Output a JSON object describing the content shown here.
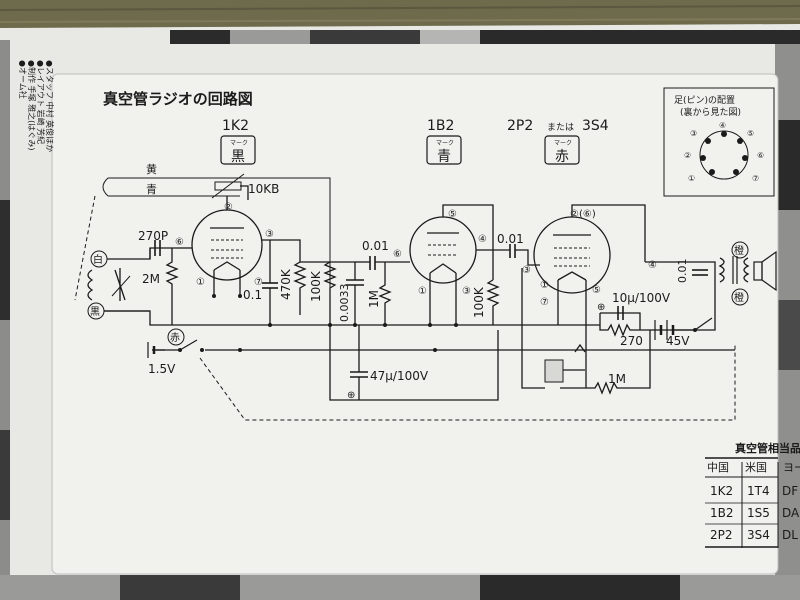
{
  "title": "真空管ラジオの回路図",
  "tubes": [
    {
      "name": "1K2",
      "mark_label": "マーク",
      "mark_color": "黒"
    },
    {
      "name": "1B2",
      "mark_label": "マーク",
      "mark_color": "青"
    },
    {
      "name": "2P2",
      "name_alt_joiner": "または",
      "name_alt": "3S4",
      "mark_label": "マーク",
      "mark_color": "赤"
    }
  ],
  "pin_diagram": {
    "title": "足(ピン)の配置",
    "subtitle": "(裏から見た図)",
    "pins": [
      "①",
      "②",
      "③",
      "④",
      "⑤",
      "⑥",
      "⑦"
    ]
  },
  "wire_colors": {
    "yellow": "黄",
    "blue": "青",
    "white": "白",
    "black": "黒",
    "red": "赤",
    "orange": "橙"
  },
  "components": {
    "vr_10kb": "10KB",
    "c_270p": "270P",
    "r_2m": "2M",
    "c_01": "0.1",
    "r_470k": "470K",
    "r_100k_a": "100K",
    "c_00033": "0.0033",
    "c_001_a": "0.01",
    "r_1m_a": "1M",
    "c_001_b": "0.01",
    "r_100k_b": "100K",
    "c_001_c": "0.01",
    "c_10u": "10μ/100V",
    "r_270": "270",
    "batt_45v": "45V",
    "c_47u": "47μ/100V",
    "r_1m_b": "1M",
    "batt_15v": "1.5V"
  },
  "pin_labels": {
    "t1": [
      "②",
      "⑥",
      "③",
      "①",
      "⑦"
    ],
    "t2": [
      "⑤",
      "⑥",
      "④",
      "①",
      "③"
    ],
    "t3": [
      "②(⑥)",
      "③",
      "④",
      "①",
      "⑦",
      "⑤"
    ]
  },
  "equiv_table": {
    "title": "真空管相当品",
    "headers": [
      "中国",
      "米国",
      "ヨー"
    ],
    "rows": [
      [
        "1K2",
        "1T4",
        "DF"
      ],
      [
        "1B2",
        "1S5",
        "DA"
      ],
      [
        "2P2",
        "3S4",
        "DL"
      ]
    ]
  },
  "side_text": [
    "●オーム社",
    "●制作 手塚 雅之(はぐみ)",
    "●レイアウト 岩崎 芳紀",
    "●スタッフ 中村 英俊ほか"
  ],
  "colors": {
    "paper": "#e9e9e6",
    "tatami": "#6f6a4c",
    "ink": "#1a1a1a",
    "gray_band": "#8c8c8a",
    "dark_band": "#2a2a2a"
  }
}
